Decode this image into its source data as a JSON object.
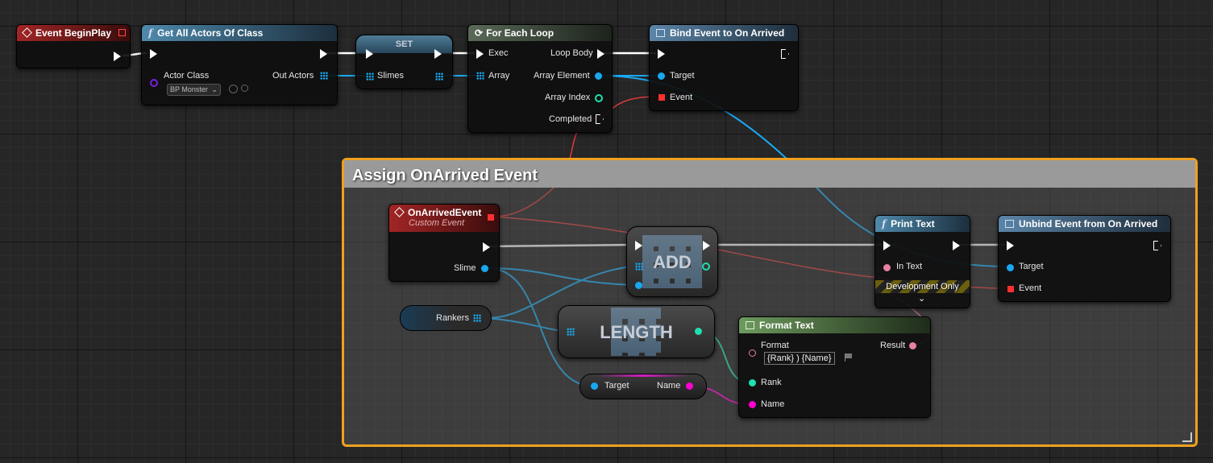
{
  "comment": {
    "title": "Assign OnArrived Event"
  },
  "nodes": {
    "begin_play": {
      "title": "Event BeginPlay"
    },
    "get_all_actors": {
      "title": "Get All Actors Of Class",
      "actor_class_label": "Actor Class",
      "actor_class_value": "BP Monster",
      "out_actors_label": "Out Actors"
    },
    "set": {
      "title": "SET",
      "slimes_label": "Slimes"
    },
    "for_each": {
      "title": "For Each Loop",
      "exec_label": "Exec",
      "loop_body_label": "Loop Body",
      "array_label": "Array",
      "array_element_label": "Array Element",
      "array_index_label": "Array Index",
      "completed_label": "Completed"
    },
    "bind_event": {
      "title": "Bind Event to On Arrived",
      "target_label": "Target",
      "event_label": "Event"
    },
    "on_arrived": {
      "title": "OnArrivedEvent",
      "subtitle": "Custom Event",
      "slime_label": "Slime"
    },
    "add": {
      "title": "ADD"
    },
    "rankers": {
      "label": "Rankers"
    },
    "length": {
      "title": "LENGTH"
    },
    "get_name": {
      "target_label": "Target",
      "name_label": "Name"
    },
    "format_text": {
      "title": "Format Text",
      "format_label": "Format",
      "format_value": "{Rank} ) {Name}",
      "result_label": "Result",
      "rank_label": "Rank",
      "name_label": "Name"
    },
    "print_text": {
      "title": "Print Text",
      "in_text_label": "In Text",
      "dev_only_label": "Development Only"
    },
    "unbind_event": {
      "title": "Unbind Event from On Arrived",
      "target_label": "Target",
      "event_label": "Event"
    }
  },
  "icons": {
    "function": "f",
    "event": "diamond-icon",
    "loop": "loop-icon",
    "dropdown": "chevron-down-icon",
    "flag": "flag-icon"
  },
  "colors": {
    "exec": "#ffffff",
    "object": "#19a8f0",
    "delegate": "#ff3838",
    "text": "#e87fa3",
    "integer": "#1fe0b0",
    "string": "#ff00d0",
    "comment_border": "#f0a020"
  }
}
